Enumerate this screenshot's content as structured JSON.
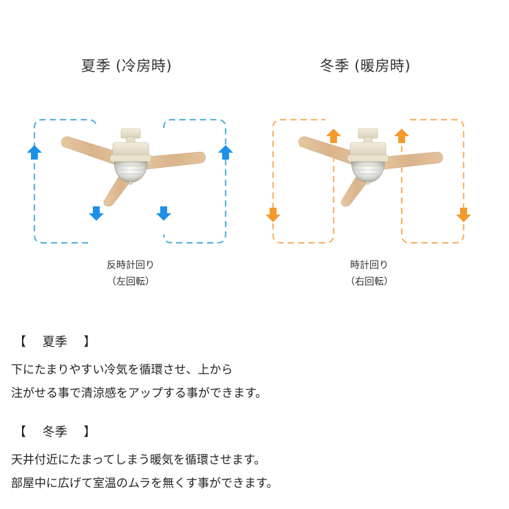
{
  "summer": {
    "title": "夏季 (冷房時)",
    "rotation_line1": "反時計回り",
    "rotation_line2": "（左回転）",
    "arrow_color": "#1e90e8"
  },
  "winter": {
    "title": "冬季 (暖房時)",
    "rotation_line1": "時計回り",
    "rotation_line2": "（右回転）",
    "arrow_color": "#f39a2b"
  },
  "sections": [
    {
      "bracket_open": "【",
      "heading": "夏季",
      "bracket_close": "】",
      "line1": "下にたまりやすい冷気を循環させ、上から",
      "line2": "注がせる事で清涼感をアップする事ができます。"
    },
    {
      "bracket_open": "【",
      "heading": "冬季",
      "bracket_close": "】",
      "line1": "天井付近にたまってしまう暖気を循環させます。",
      "line2": "部屋中に広げて室温のムラを無くす事ができます。"
    }
  ]
}
